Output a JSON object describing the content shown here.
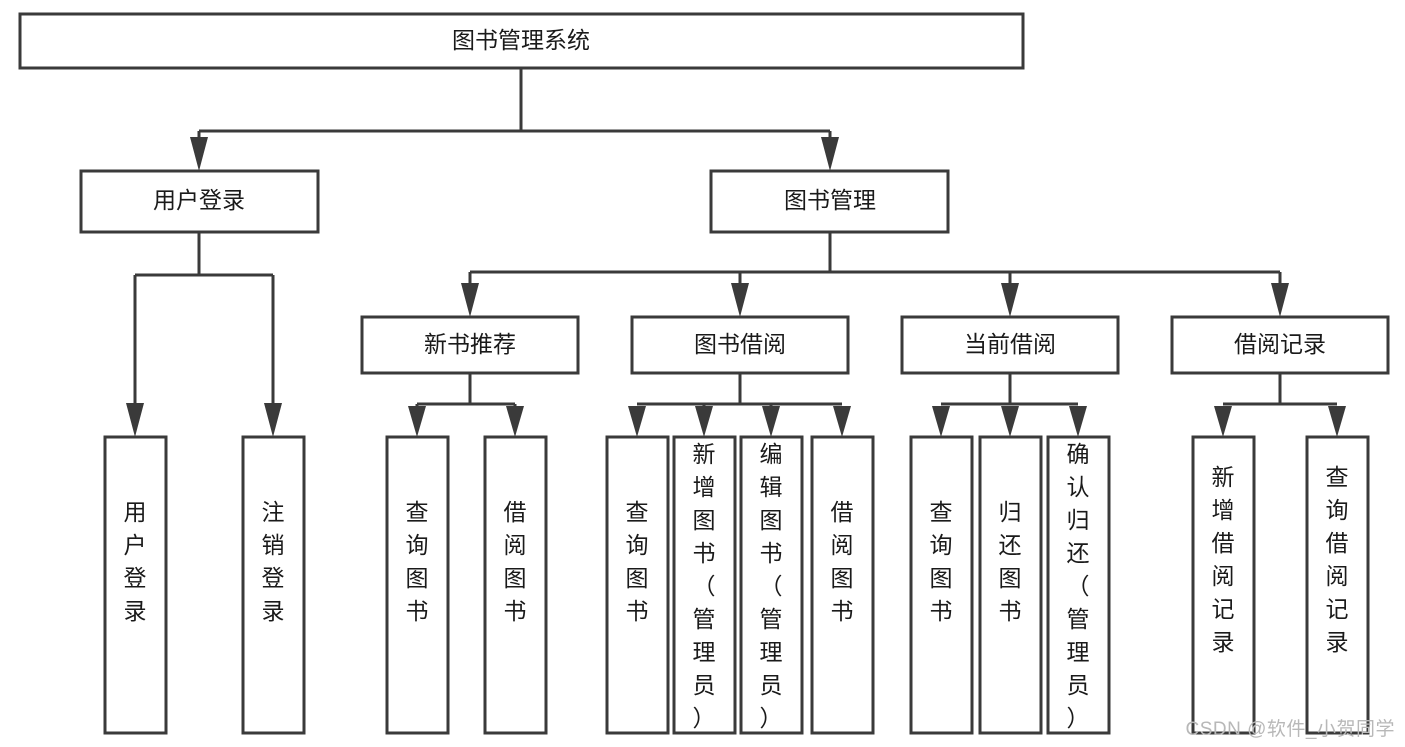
{
  "diagram": {
    "type": "hierarchy-tree",
    "title": "图书管理系统",
    "orientation": "top-down",
    "colors": {
      "box_stroke": "#3a3a3a",
      "box_fill": "#ffffff",
      "connector": "#3a3a3a",
      "text": "#1a1a1a",
      "background": "#ffffff",
      "watermark": "#b8b8b8"
    },
    "levels": {
      "level0": "root",
      "level1": "modules",
      "level2": "submodules",
      "level3": "functions"
    }
  },
  "root": {
    "label": "图书管理系统"
  },
  "level1": [
    {
      "id": "user-login",
      "label": "用户登录"
    },
    {
      "id": "book-management",
      "label": "图书管理"
    }
  ],
  "level2": [
    {
      "id": "new-book-recommend",
      "label": "新书推荐",
      "parent": "book-management"
    },
    {
      "id": "book-borrow",
      "label": "图书借阅",
      "parent": "book-management"
    },
    {
      "id": "current-borrow",
      "label": "当前借阅",
      "parent": "book-management"
    },
    {
      "id": "borrow-record",
      "label": "借阅记录",
      "parent": "book-management"
    }
  ],
  "leaves": {
    "user_login": [
      {
        "id": "leaf-user-login",
        "label": "用户登录"
      },
      {
        "id": "leaf-logout",
        "label": "注销登录"
      }
    ],
    "new_book_recommend": [
      {
        "id": "leaf-query-book-1",
        "label": "查询图书"
      },
      {
        "id": "leaf-borrow-book-1",
        "label": "借阅图书"
      }
    ],
    "book_borrow": [
      {
        "id": "leaf-query-book-2",
        "label": "查询图书"
      },
      {
        "id": "leaf-add-book",
        "label": "新增图书（管理员）"
      },
      {
        "id": "leaf-edit-book",
        "label": "编辑图书（管理员）"
      },
      {
        "id": "leaf-borrow-book-2",
        "label": "借阅图书"
      }
    ],
    "current_borrow": [
      {
        "id": "leaf-query-book-3",
        "label": "查询图书"
      },
      {
        "id": "leaf-return-book",
        "label": "归还图书"
      },
      {
        "id": "leaf-confirm-return",
        "label": "确认归还（管理员）"
      }
    ],
    "borrow_record": [
      {
        "id": "leaf-add-record",
        "label": "新增借阅记录"
      },
      {
        "id": "leaf-query-record",
        "label": "查询借阅记录"
      }
    ]
  },
  "watermark": {
    "text": "CSDN @软件_小贺同学"
  }
}
